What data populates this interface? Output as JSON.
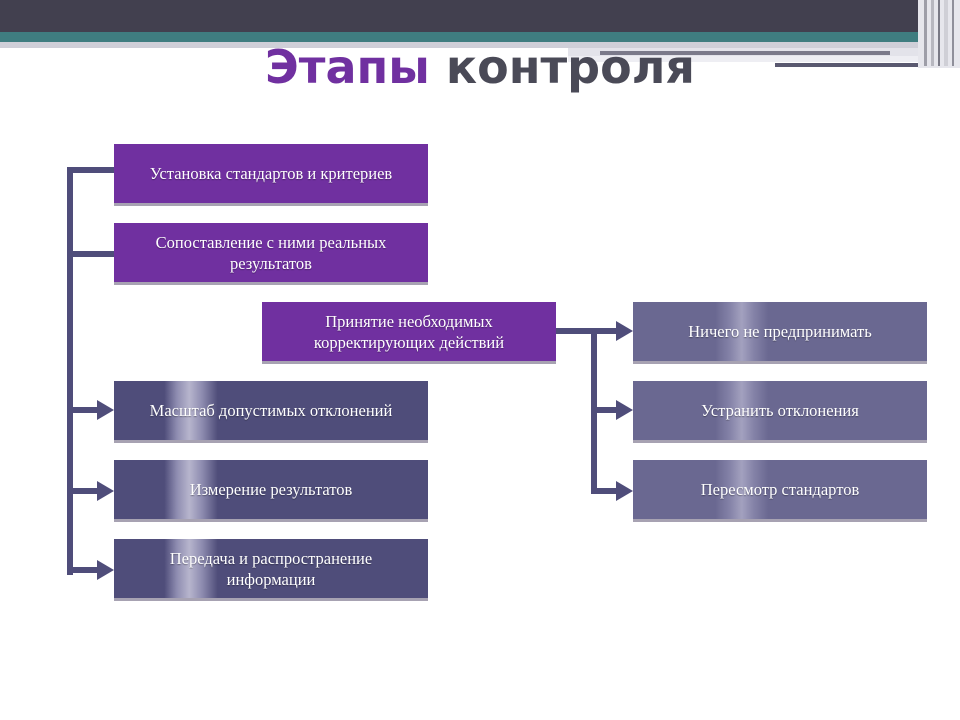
{
  "title": {
    "word1": "Этапы",
    "word2": "контроля"
  },
  "colors": {
    "purple": "#7030a0",
    "slate": "#4f4d7a",
    "connector": "#4f4d7a",
    "title_gray": "#4a4a57"
  },
  "left_column": [
    {
      "label": "Установка стандартов и критериев",
      "style": "purple"
    },
    {
      "label": "Сопоставление с ними реальных результатов",
      "style": "purple"
    },
    {
      "label": "Масштаб допустимых отклонений",
      "style": "slate"
    },
    {
      "label": "Измерение результатов",
      "style": "slate"
    },
    {
      "label": "Передача и распространение информации",
      "style": "slate"
    }
  ],
  "center": {
    "label": "Принятие необходимых корректирующих действий",
    "style": "purple"
  },
  "right_column": [
    {
      "label": "Ничего не предпринимать"
    },
    {
      "label": "Устранить отклонения"
    },
    {
      "label": "Пересмотр стандартов"
    }
  ]
}
